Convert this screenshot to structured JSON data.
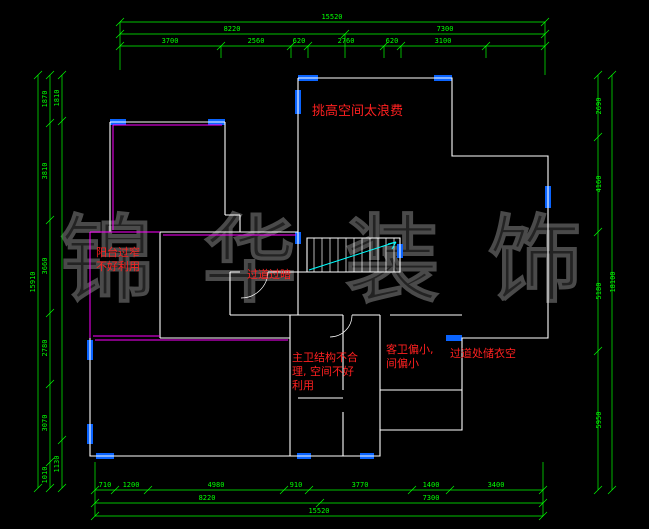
{
  "colors": {
    "background": "#000000",
    "walls": "#ffffff",
    "windows": "#0a64ff",
    "balcony_lines": "#ff00ff",
    "dimensions": "#00ff00",
    "annotations": "#ff2020",
    "stair_arrow": "#00ffff",
    "watermark": "#232323"
  },
  "watermark": {
    "text": "锦 华 装 饰"
  },
  "annotations": {
    "tall_space": "挑高空间太浪费",
    "balcony_1": "阳台过窄",
    "balcony_2": "不好利用",
    "corridor": "过道过暗",
    "master_bath_1": "主卫结构不合",
    "master_bath_2": "理, 空间不好",
    "master_bath_3": "利用",
    "guest_bath_1": "客卫偏小,",
    "guest_bath_2": "间偏小",
    "closet": "过道处储衣空"
  },
  "dims": {
    "top": {
      "total": "15520",
      "row2": [
        "8220",
        "7300"
      ],
      "row3": [
        "3700",
        "2560",
        "620",
        "2760",
        "620",
        "3100"
      ]
    },
    "bottom": {
      "row1": [
        "710",
        "1200",
        "4980",
        "910",
        "3770",
        "1400",
        "3400"
      ],
      "row2": [
        "8220",
        "7300"
      ],
      "total": "15520"
    },
    "left": {
      "total": "15910",
      "segments": [
        "1870",
        "3810",
        "3660",
        "2780",
        "3070",
        "1010"
      ],
      "inner": [
        "1810",
        "1130"
      ]
    },
    "right": {
      "total": "18100",
      "segments": [
        "2690",
        "4160",
        "5180",
        "5950"
      ]
    }
  }
}
